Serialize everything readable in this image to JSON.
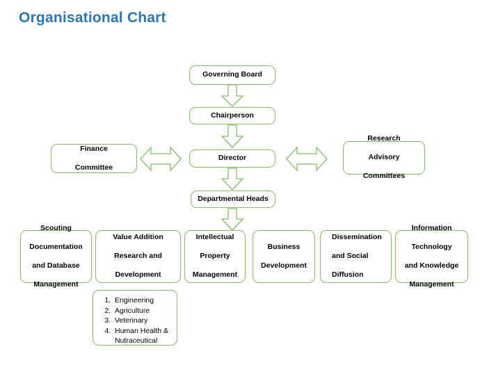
{
  "page": {
    "title": "Organisational Chart",
    "accent_color": "#2E75B6",
    "node_border_color": "#86B96A",
    "background_color": "#FFFFFF"
  },
  "chart_data": {
    "type": "diagram",
    "diagram_kind": "organisational-chart",
    "title": "Organisational Chart",
    "nodes": [
      {
        "id": "governing-board",
        "label": "Governing Board",
        "level": 1
      },
      {
        "id": "chairperson",
        "label": "Chairperson",
        "level": 2
      },
      {
        "id": "finance-committee",
        "label": "Finance Committee",
        "level": 3
      },
      {
        "id": "director",
        "label": "Director",
        "level": 3
      },
      {
        "id": "research-advisory-committees",
        "label": "Research Advisory Committees",
        "level": 3
      },
      {
        "id": "departmental-heads",
        "label": "Departmental Heads",
        "level": 4
      },
      {
        "id": "scouting-documentation",
        "label": "Scouting Documentation and Database Management",
        "level": 5
      },
      {
        "id": "value-addition",
        "label": "Value Addition Research and Development",
        "level": 5
      },
      {
        "id": "intellectual-property",
        "label": "Intellectual Property Management",
        "level": 5
      },
      {
        "id": "business-development",
        "label": "Business Development",
        "level": 5
      },
      {
        "id": "dissemination",
        "label": "Dissemination and Social Diffusion",
        "level": 5
      },
      {
        "id": "information-technology",
        "label": "Information Technology and Knowledge Management",
        "level": 5
      },
      {
        "id": "value-addition-areas",
        "label": "1. Engineering 2. Agriculture 3. Veterinary 4. Human Health & Nutraceutical",
        "level": 6
      }
    ],
    "edges": [
      {
        "from": "governing-board",
        "to": "chairperson",
        "style": "arrow-down"
      },
      {
        "from": "chairperson",
        "to": "director",
        "style": "arrow-down"
      },
      {
        "from": "finance-committee",
        "to": "director",
        "style": "arrow-double-horizontal"
      },
      {
        "from": "director",
        "to": "research-advisory-committees",
        "style": "arrow-double-horizontal"
      },
      {
        "from": "director",
        "to": "departmental-heads",
        "style": "arrow-down"
      },
      {
        "from": "departmental-heads",
        "to": "intellectual-property",
        "style": "arrow-down"
      }
    ]
  },
  "nodes": {
    "governing_board": "Governing Board",
    "chairperson": "Chairperson",
    "finance_committee_line1": "Finance",
    "finance_committee_line2": "Committee",
    "director": "Director",
    "research_advisory_line1": "Research",
    "research_advisory_line2": "Advisory",
    "research_advisory_line3": "Committees",
    "departmental_heads": "Departmental Heads",
    "scouting_line1": "Scouting",
    "scouting_line2": "Documentation",
    "scouting_line3": "and Database",
    "scouting_line4": "Management",
    "value_addition_line1": "Value Addition",
    "value_addition_line2": "Research and",
    "value_addition_line3": "Development",
    "intellectual_line1": "Intellectual",
    "intellectual_line2": "Property",
    "intellectual_line3": "Management",
    "business_line1": "Business",
    "business_line2": "Development",
    "dissemination_line1": "Dissemination",
    "dissemination_line2": "and Social",
    "dissemination_line3": "Diffusion",
    "information_line1": "Information",
    "information_line2": "Technology",
    "information_line3": "and Knowledge",
    "information_line4": "Management"
  },
  "value_addition_areas": [
    "Engineering",
    "Agriculture",
    "Veterinary",
    "Human Health & Nutraceutical"
  ]
}
